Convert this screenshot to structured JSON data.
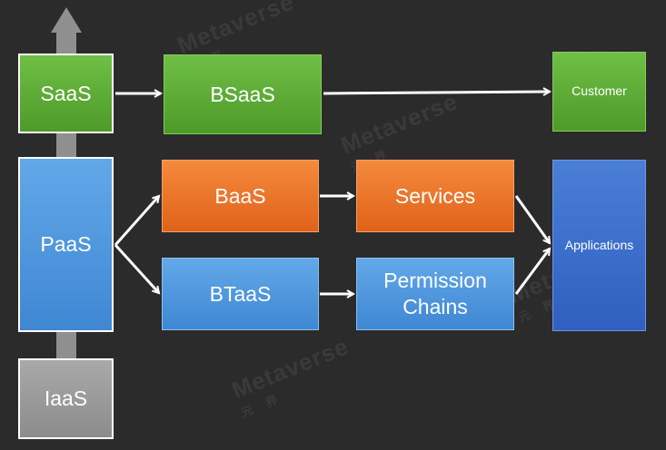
{
  "watermark": {
    "text": "Metaverse",
    "sub": "元 界"
  },
  "nodes": {
    "saas": "SaaS",
    "paas": "PaaS",
    "iaas": "IaaS",
    "bsaas": "BSaaS",
    "baas": "BaaS",
    "btaas": "BTaaS",
    "services": "Services",
    "permission_chains": "Permission\nChains",
    "customer": "Customer",
    "applications": "Applications"
  },
  "colors": {
    "background": "#2b2b2b",
    "green": "#5aaa35",
    "orange": "#ec7228",
    "blue": "#4f97dd",
    "dark_blue": "#3a6fcc",
    "gray": "#9a9a9a",
    "arrow": "#ffffff"
  }
}
